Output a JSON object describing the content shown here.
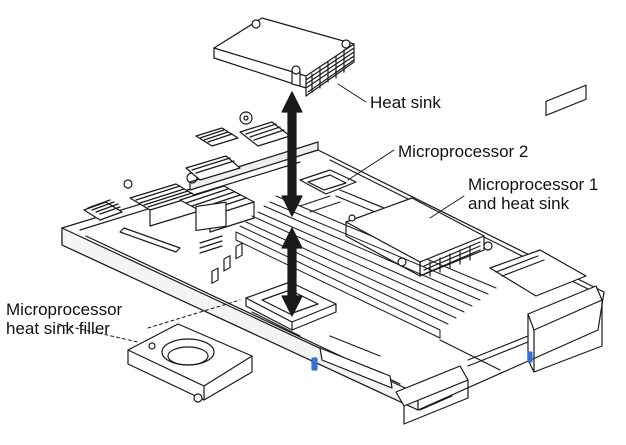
{
  "callouts": {
    "heat_sink": "Heat sink",
    "microprocessor_2": "Microprocessor 2",
    "microprocessor_1": {
      "line1": "Microprocessor 1",
      "line2": "and heat sink"
    },
    "heat_sink_filler": {
      "line1": "Microprocessor",
      "line2": "heat sink filler"
    }
  },
  "colors": {
    "line": "#1a1a1a",
    "accent_blue": "#3a6fd0",
    "background": "#ffffff"
  }
}
